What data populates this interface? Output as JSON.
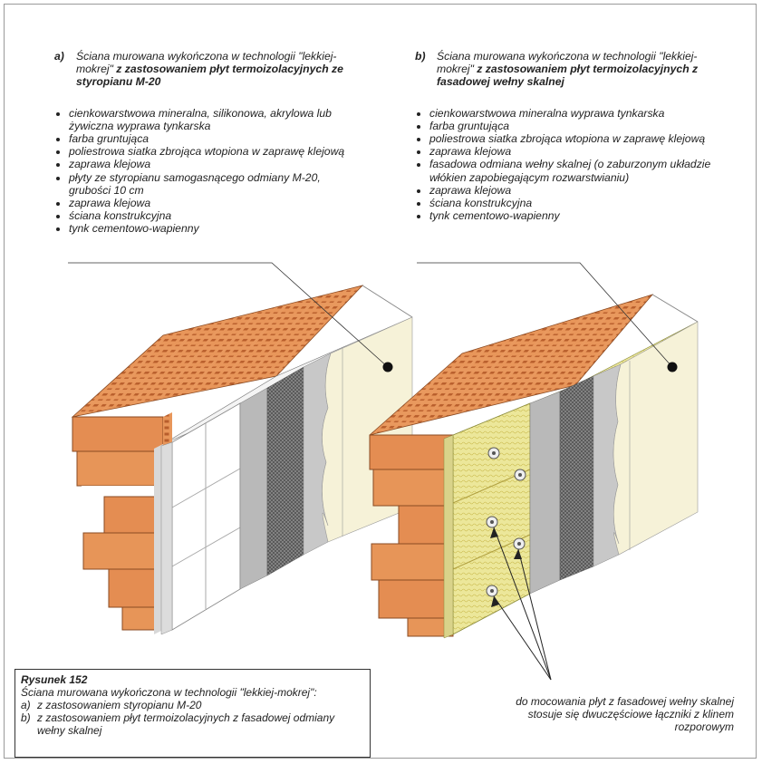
{
  "section_a": {
    "letter": "a)",
    "title_normal": "Ściana murowana wykończona w technologii \"lekkiej-mokrej\"",
    "title_bold": "z zastosowaniem płyt termoizolacyjnych ze styropianu M-20",
    "items": [
      "cienkowarstwowa mineralna, silikonowa, akrylowa lub żywiczna wyprawa tynkarska",
      "farba gruntująca",
      "poliestrowa siatka zbrojąca wtopiona w zaprawę klejową",
      "zaprawa klejowa",
      "płyty ze styropianu samogasnącego odmiany M-20, grubości 10 cm",
      "zaprawa klejowa",
      "ściana konstrukcyjna",
      "tynk cementowo-wapienny"
    ]
  },
  "section_b": {
    "letter": "b)",
    "title_normal": "Ściana murowana wykończona w technologii \"lekkiej-mokrej\"",
    "title_bold": "z zastosowaniem płyt termoizolacyjnych z fasadowej wełny skalnej",
    "items": [
      "cienkowarstwowa mineralna wyprawa tynkarska",
      "farba gruntująca",
      "poliestrowa siatka zbrojąca wtopiona w zaprawę klejową",
      "zaprawa klejowa",
      "fasadowa odmiana wełny skalnej (o zaburzonym układzie włókien zapobiegającym rozwarstwianiu)",
      "zaprawa klejowa",
      "ściana konstrukcyjna",
      "tynk cementowo-wapienny"
    ]
  },
  "caption": {
    "title": "Rysunek 152",
    "text": "Ściana murowana wykończona w technologii \"lekkiej-mokrej\":",
    "a_letter": "a)",
    "a_text": "z zastosowaniem styropianu M-20",
    "b_letter": "b)",
    "b_text": "z zastosowaniem płyt termoizolacyjnych z fasadowej odmiany wełny skalnej"
  },
  "note": "do mocowania płyt z fasadowej wełny skalnej stosuje się dwuczęściowe łączniki z klinem rozporowym",
  "colors": {
    "brick": "#e8965a",
    "brick_dark": "#c9703a",
    "styrofoam": "#ffffff",
    "wool": "#ece79a",
    "mesh": "#6e6e6e",
    "plaster": "#f6f2d8",
    "adhesive": "#bdbdbd"
  }
}
